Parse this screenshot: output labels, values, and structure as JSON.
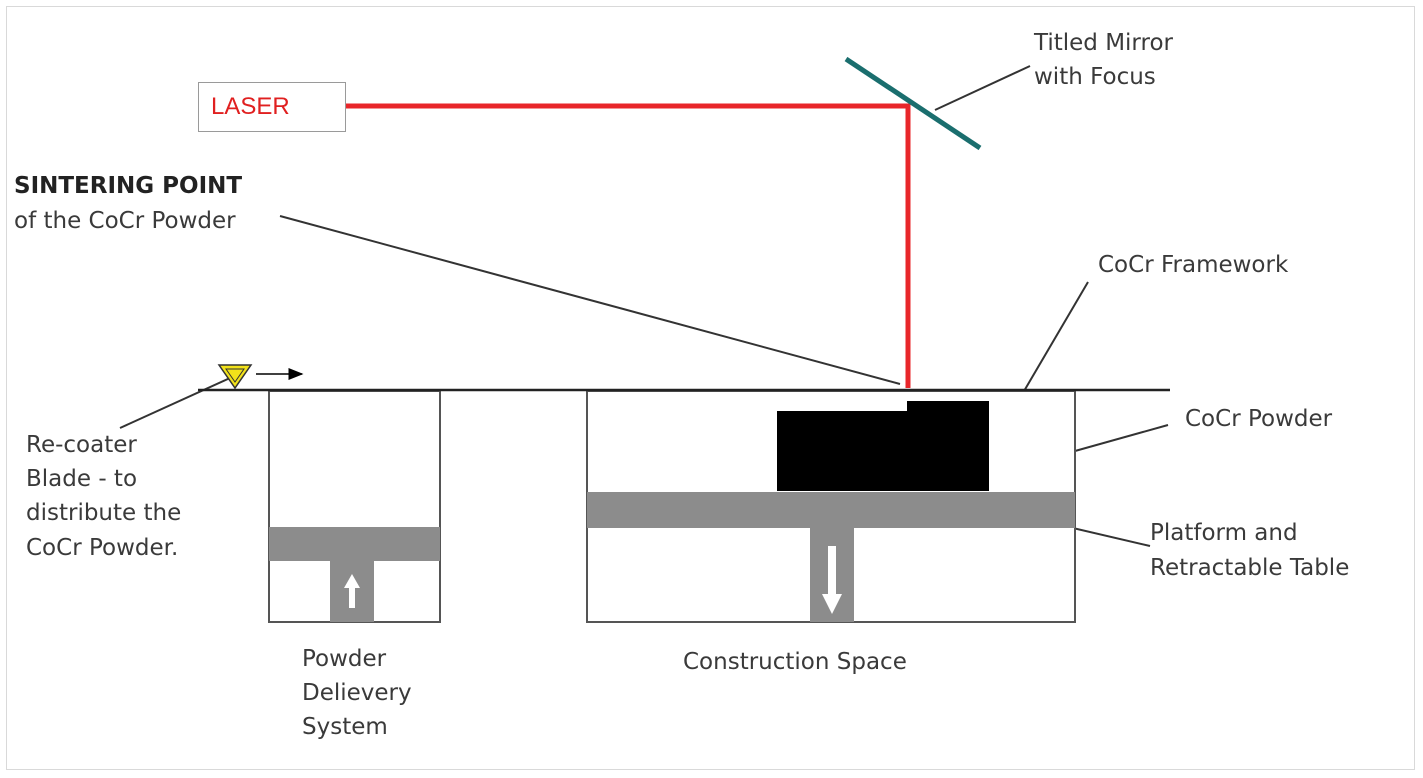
{
  "diagram": {
    "laser": {
      "label": "LASER"
    },
    "mirror": {
      "lines": [
        "Titled Mirror",
        "with Focus"
      ]
    },
    "sintering_point": {
      "title": "SINTERING POINT",
      "subtitle": "of the CoCr Powder"
    },
    "framework": {
      "label": "CoCr Framework"
    },
    "powder": {
      "label": "CoCr Powder"
    },
    "platform": {
      "lines": [
        "Platform and",
        "Retractable Table"
      ]
    },
    "recoater": {
      "lines": [
        "Re-coater",
        "Blade - to",
        "distribute the",
        "CoCr Powder."
      ]
    },
    "powder_delivery": {
      "lines": [
        "Powder",
        "Delievery",
        "System"
      ]
    },
    "construction": {
      "label": "Construction Space"
    },
    "colors": {
      "laser_beam": "#e8262a",
      "laser_text": "#e02020",
      "mirror": "#1a6e6e",
      "platform": "#8c8c8c",
      "framework": "#000000",
      "blade": "#f2e21a",
      "outline": "#555555"
    }
  }
}
